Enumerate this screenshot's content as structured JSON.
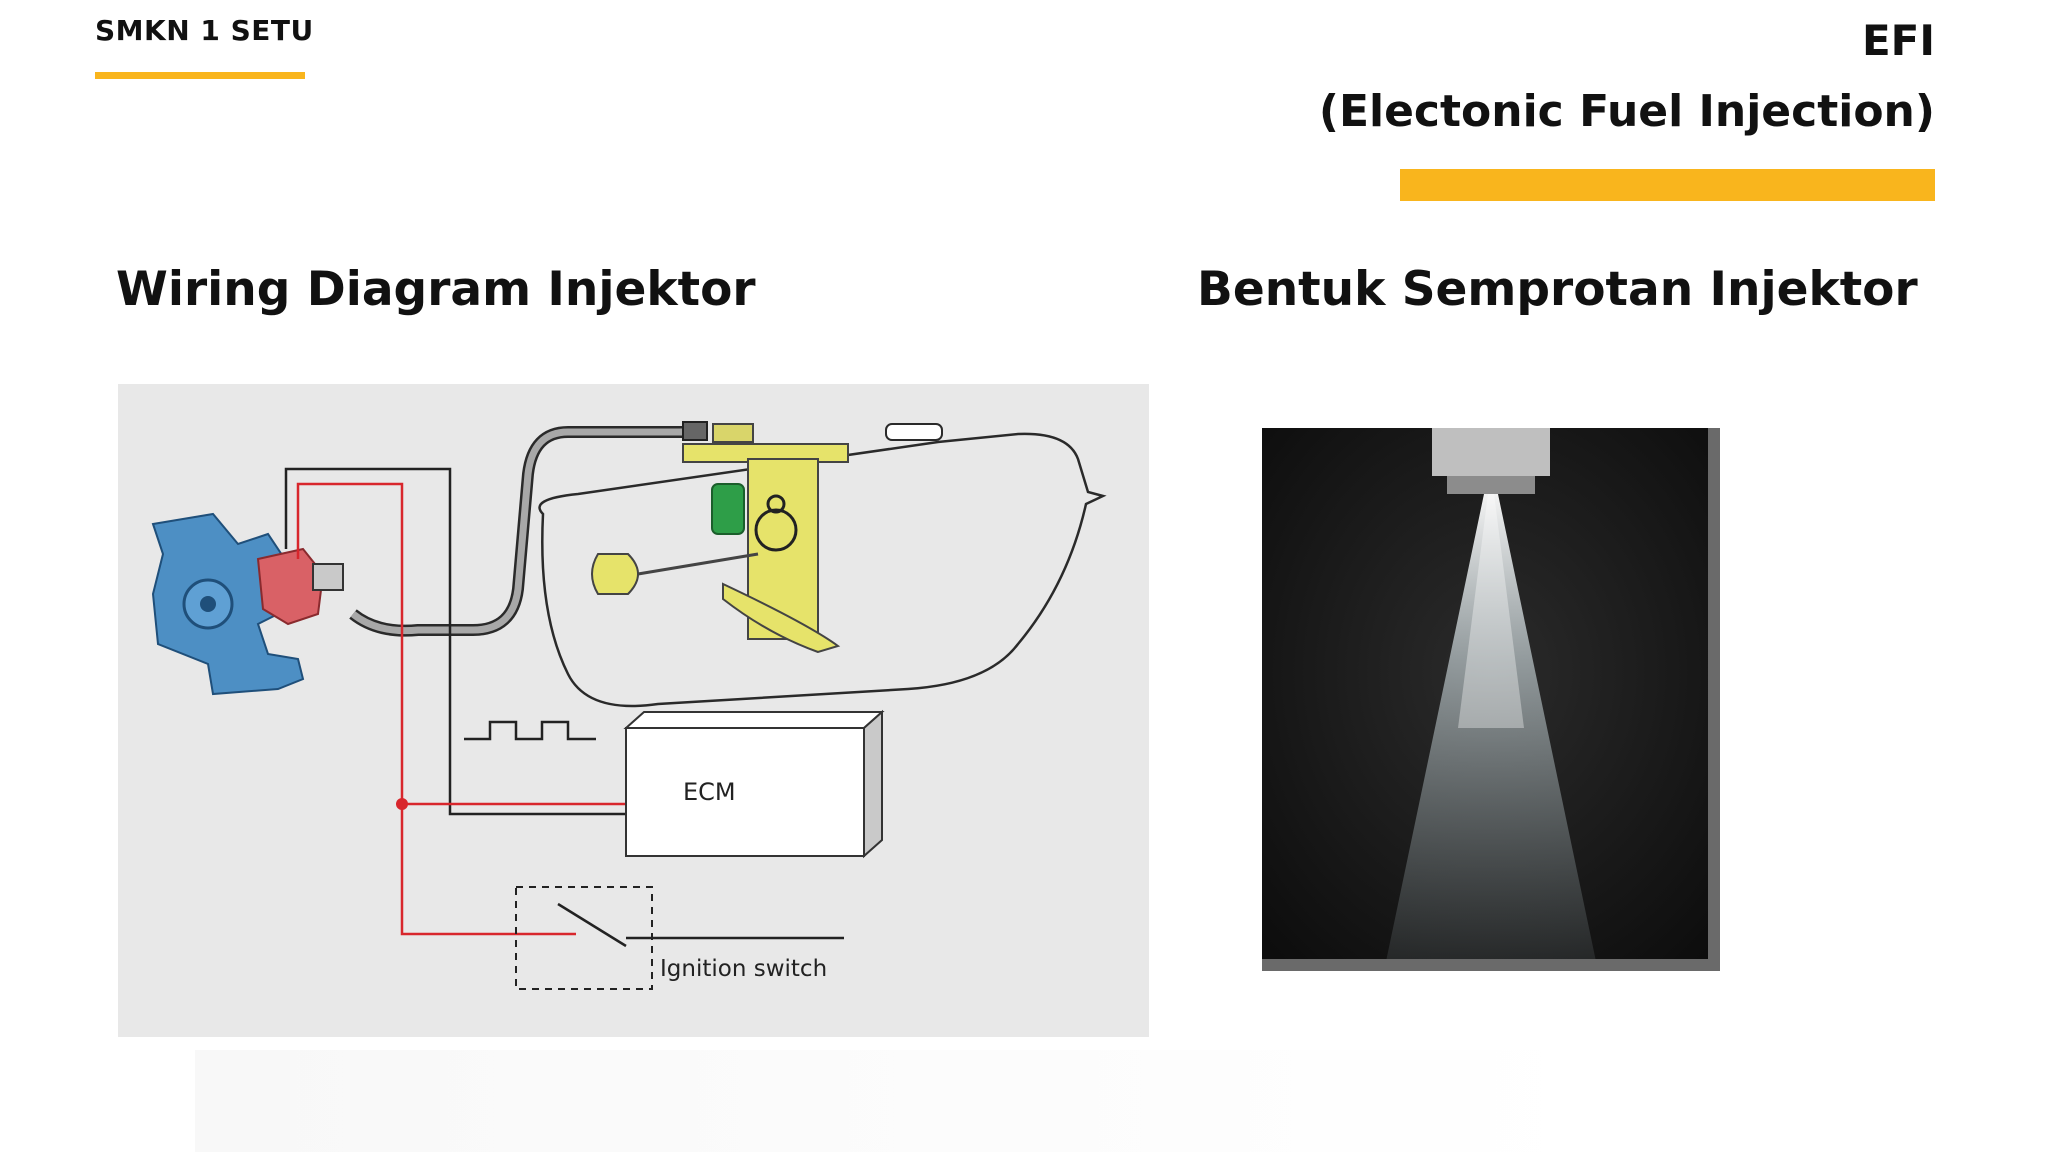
{
  "header": {
    "brand": "SMKN 1 SETU",
    "title": "EFI",
    "subtitle": "(Electonic Fuel Injection)"
  },
  "left_section": {
    "heading": "Wiring Diagram Injektor",
    "diagram": {
      "ecm_label": "ECM",
      "ignition_label": "Ignition switch"
    }
  },
  "right_section": {
    "heading": "Bentuk Semprotan Injektor"
  },
  "colors": {
    "accent": "#f9b51d",
    "wire_red": "#d8262c",
    "wire_black": "#222222",
    "engine_blue": "#4d8fc4",
    "pump_yellow": "#e6e36a"
  }
}
